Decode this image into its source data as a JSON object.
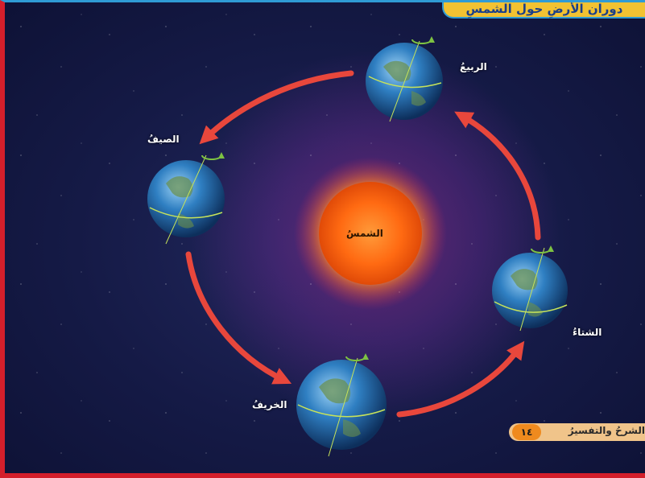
{
  "title": "دوران الأرضِ حول الشمسِ",
  "sun": {
    "label": "الشمسُ"
  },
  "seasons": {
    "spring": "الربيعُ",
    "summer": "الصيفُ",
    "autumn": "الخريفُ",
    "winter": "الشتاءُ"
  },
  "footer": {
    "section_label": "الشرحُ والتفسيرُ",
    "section_number": "١٤"
  },
  "colors": {
    "frame": "#d41f2b",
    "title_bar": "#f2c232",
    "title_text": "#1a3f8a",
    "orbit_arrow": "#e8473c",
    "sun": "#ff6a14"
  },
  "icons": [
    "rotation-arrow-icon",
    "earth-globe-icon",
    "sun-icon",
    "orbit-arrow-icon"
  ]
}
